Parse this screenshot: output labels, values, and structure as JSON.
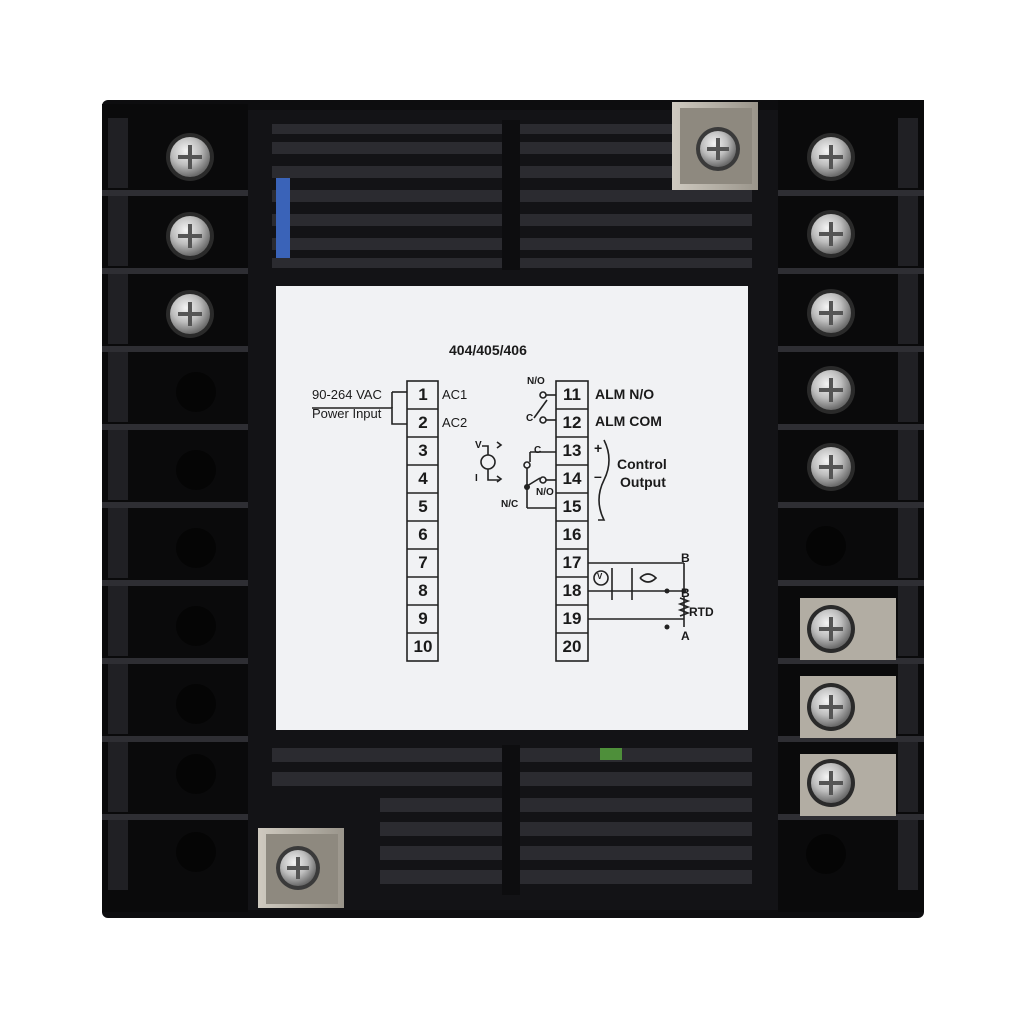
{
  "label": {
    "model": "404/405/406",
    "power_voltage": "90-264 VAC",
    "power_input": "Power Input",
    "ac1": "AC1",
    "ac2": "AC2",
    "no_small": "N/O",
    "c_small": "C",
    "alm_no": "ALM N/O",
    "alm_com": "ALM COM",
    "v": "V",
    "i": "I",
    "c2": "C",
    "no2": "N/O",
    "nc": "N/C",
    "plus": "+",
    "minus": "–",
    "control": "Control",
    "output": "Output",
    "b1": "B",
    "b2": "B",
    "a": "A",
    "rtd": "RTD",
    "vmeter": "V",
    "t1": "1",
    "t2": "2",
    "t3": "3",
    "t4": "4",
    "t5": "5",
    "t6": "6",
    "t7": "7",
    "t8": "8",
    "t9": "9",
    "t10": "10",
    "t11": "11",
    "t12": "12",
    "t13": "13",
    "t14": "14",
    "t15": "15",
    "t16": "16",
    "t17": "17",
    "t18": "18",
    "t19": "19",
    "t20": "20"
  },
  "colors": {
    "housing": "#0d0d0f",
    "label_bg": "#f1f2f4",
    "screw": "#b8b8b8",
    "bracket": "#a9a49b"
  }
}
